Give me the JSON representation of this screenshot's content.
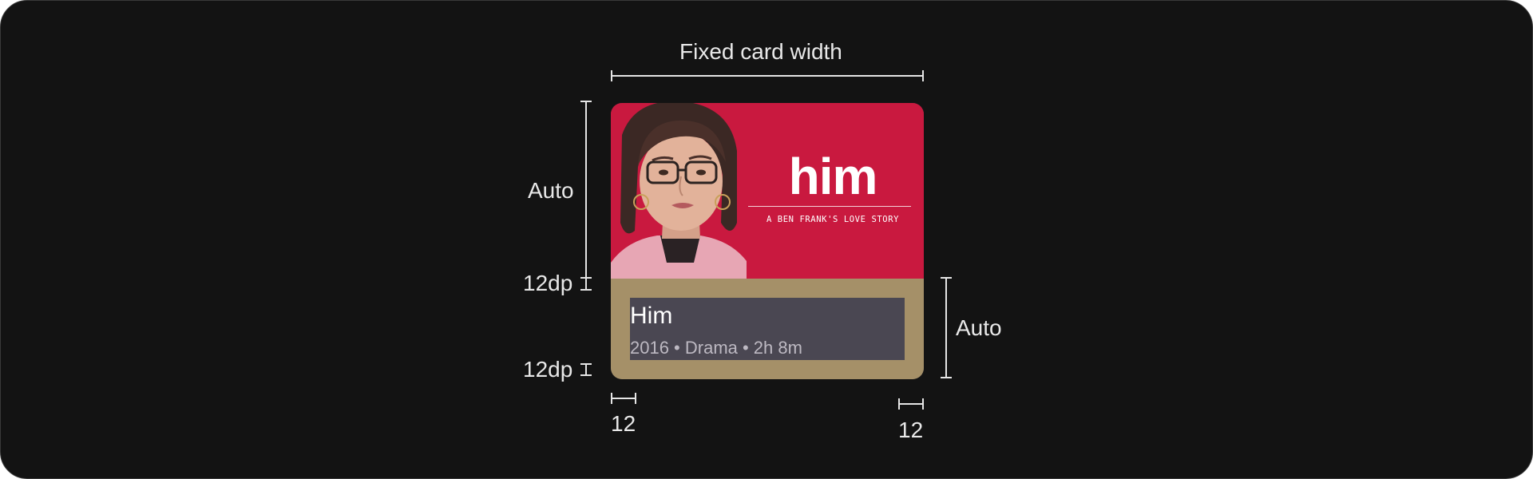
{
  "annotations": {
    "fixed_width": "Fixed card width",
    "auto_image": "Auto",
    "padding_top": "12dp",
    "padding_bottom": "12dp",
    "auto_text": "Auto",
    "padding_left": "12",
    "padding_right": "12"
  },
  "card": {
    "poster_title": "him",
    "poster_tagline": "A BEN FRANK'S LOVE STORY",
    "title": "Him",
    "meta": "2016 • Drama • 2h 8m"
  },
  "colors": {
    "background": "#131313",
    "poster": "#c9193f",
    "card_body": "#4a4752",
    "padding_overlay": "#c9ad70"
  }
}
